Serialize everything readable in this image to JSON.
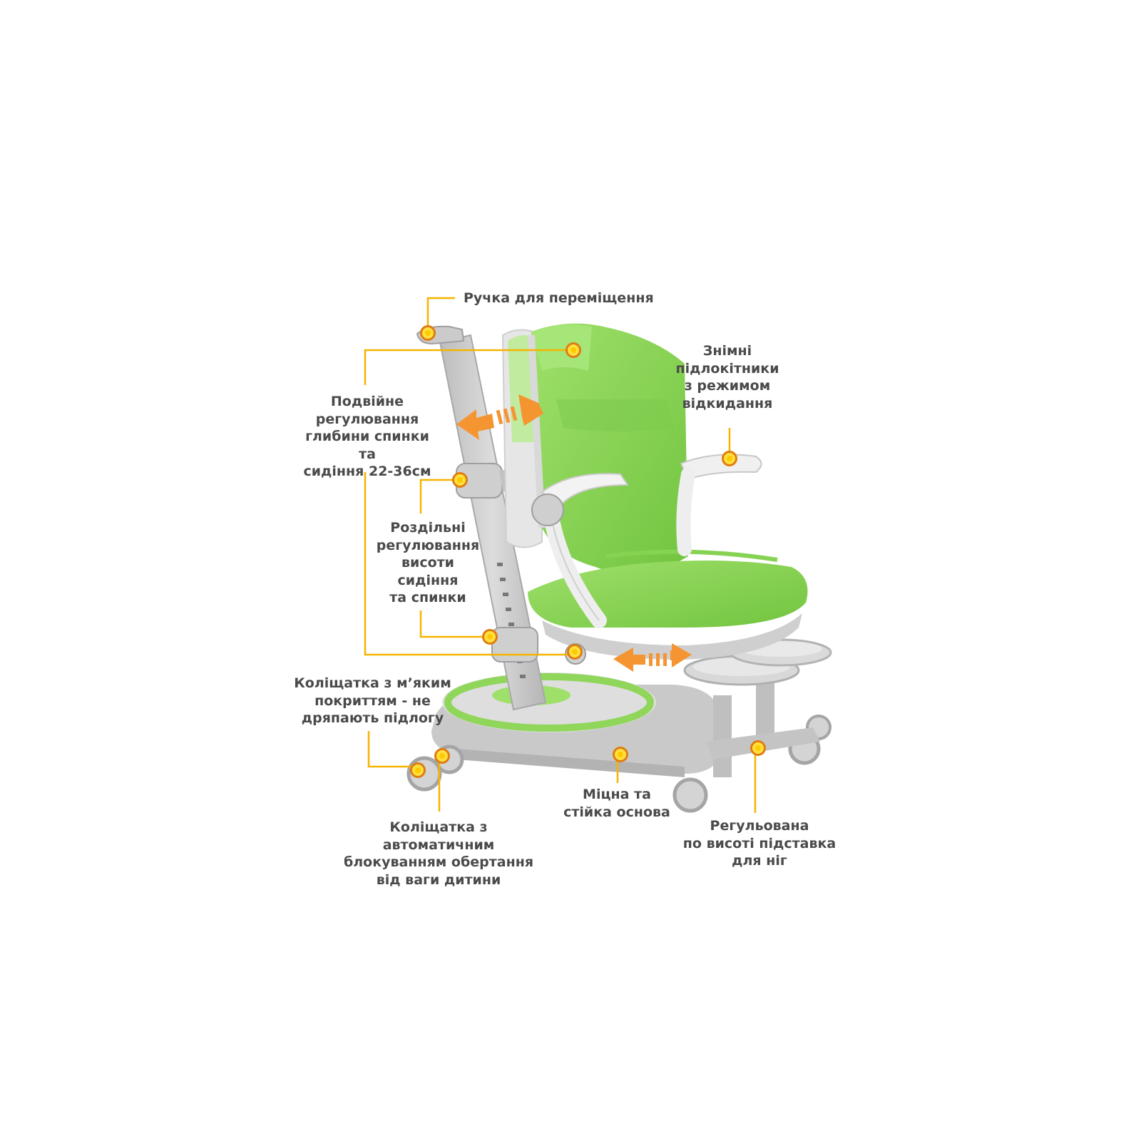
{
  "colors": {
    "callout": "#f5b400",
    "sun_fill": "#ffd21a",
    "sun_ring": "#e07d10",
    "arrow": "#f59532",
    "fabric": "#8fd65a",
    "fabric_dark": "#6cbc3c",
    "frame": "#cfcfcf",
    "frame_dark": "#a9a9a9",
    "armrest": "#f2f2f2",
    "text": "#4a4a4a"
  },
  "labels": {
    "handle": "Ручка для переміщення",
    "depth": "Подвійне\nрегулювання\nглибини спинки та\nсидіння 22-36см",
    "armrests": "Знімні\nпідлокітники\nз режимом\nвідкидання",
    "height": "Роздільні\nрегулювання\nвисоти\nсидіння\nта спинки",
    "soft_wheels": "Коліщатка з м’яким\nпокриттям - не\nдряпають підлогу",
    "lock_wheels": "Коліщатка з автоматичним\nблокуванням обертання\nвід ваги дитини",
    "base": "Міцна та\nстійка основа",
    "footrest": "Регульована\nпо висоті підставка\nдля ніг"
  },
  "icons": {
    "callout_marker": "sun-icon",
    "adjust_arrow": "double-arrow-icon"
  }
}
